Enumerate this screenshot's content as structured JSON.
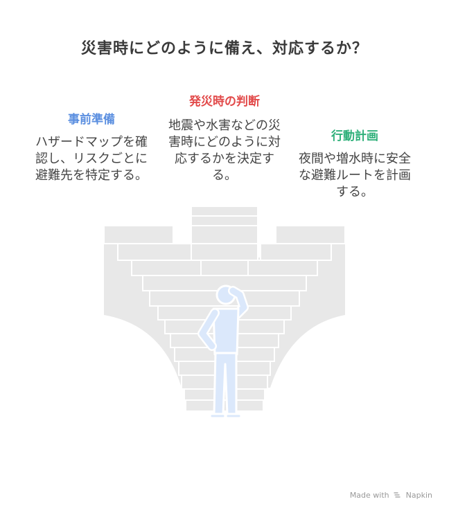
{
  "title": "災害時にどのように備え、対応するか？",
  "steps": [
    {
      "heading": "事前準備",
      "body": "ハザードマップを確認し、リスクごとに避難先を特定する。",
      "color": "#5b8fe0"
    },
    {
      "heading": "発災時の判断",
      "body": "地震や水害などの災害時にどのように対応するかを決定する。",
      "color": "#e24a4a"
    },
    {
      "heading": "行動計画",
      "body": "夜間や増水時に安全な避難ルートを計画する。",
      "color": "#2fb07a"
    }
  ],
  "footer": {
    "made_with": "Made with",
    "brand": "Napkin"
  },
  "colors": {
    "stairs": "#e8e8e8",
    "stair_line": "#ffffff",
    "person": "#dbe8fb",
    "person_outline": "#ffffff"
  },
  "icons": {
    "brand": "napkin-logo-icon"
  }
}
